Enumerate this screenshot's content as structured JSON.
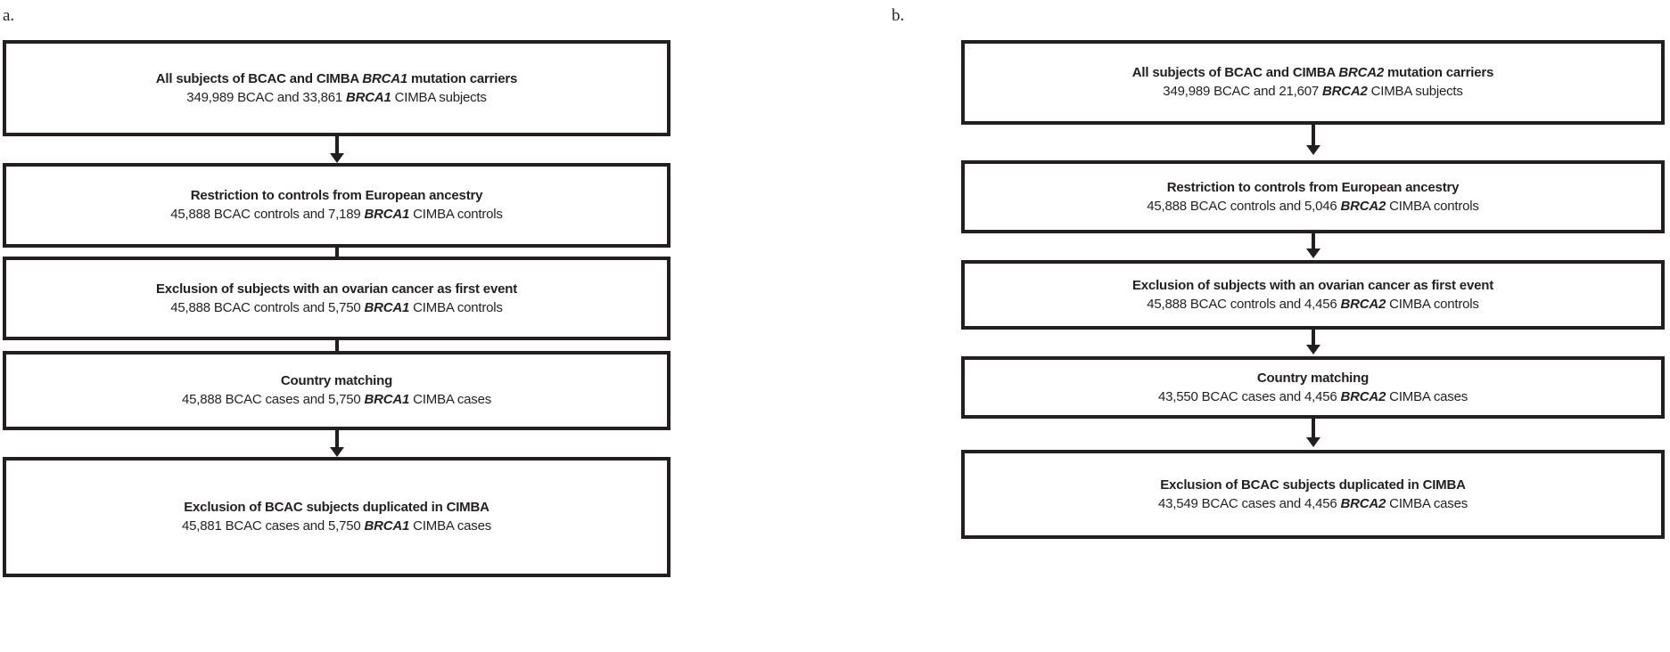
{
  "figure": {
    "type": "flowchart",
    "colors": {
      "border": "#231f20",
      "text": "#231f20",
      "background": "#ffffff"
    }
  },
  "panels": [
    {
      "label": "a.",
      "gene": "BRCA1",
      "nodes": [
        {
          "title_pre": "All subjects of BCAC and CIMBA ",
          "title_gene": "BRCA1",
          "title_post": " mutation carriers",
          "sub_pre": "349,989  BCAC and 33,861  ",
          "sub_gene": "BRCA1",
          "sub_post": " CIMBA subjects"
        },
        {
          "title_pre": "Restriction to controls from European ancestry",
          "title_gene": "",
          "title_post": "",
          "sub_pre": "45,888  BCAC controls and 7,189 ",
          "sub_gene": "BRCA1",
          "sub_post": " CIMBA controls"
        },
        {
          "title_pre": "Exclusion of subjects with an ovarian cancer as first event",
          "title_gene": "",
          "title_post": "",
          "sub_pre": "45,888  BCAC controls and 5,750 ",
          "sub_gene": "BRCA1",
          "sub_post": " CIMBA controls"
        },
        {
          "title_pre": "Country matching",
          "title_gene": "",
          "title_post": "",
          "sub_pre": "45,888  BCAC cases and 5,750 ",
          "sub_gene": "BRCA1",
          "sub_post": " CIMBA cases"
        },
        {
          "title_pre": "Exclusion of BCAC subjects duplicated in CIMBA",
          "title_gene": "",
          "title_post": "",
          "sub_pre": "45,881  BCAC cases and 5,750 ",
          "sub_gene": "BRCA1",
          "sub_post": " CIMBA cases"
        }
      ]
    },
    {
      "label": "b.",
      "gene": "BRCA2",
      "nodes": [
        {
          "title_pre": "All subjects of BCAC and CIMBA ",
          "title_gene": "BRCA2",
          "title_post": " mutation carriers",
          "sub_pre": "349,989  BCAC and 21,607  ",
          "sub_gene": "BRCA2",
          "sub_post": " CIMBA subjects"
        },
        {
          "title_pre": "Restriction to controls from European ancestry",
          "title_gene": "",
          "title_post": "",
          "sub_pre": "45,888  BCAC controls and 5,046 ",
          "sub_gene": "BRCA2",
          "sub_post": " CIMBA controls"
        },
        {
          "title_pre": "Exclusion of subjects with an ovarian cancer as first event",
          "title_gene": "",
          "title_post": "",
          "sub_pre": "45,888  BCAC controls and 4,456 ",
          "sub_gene": "BRCA2",
          "sub_post": " CIMBA controls"
        },
        {
          "title_pre": "Country matching",
          "title_gene": "",
          "title_post": "",
          "sub_pre": "43,550  BCAC cases and 4,456 ",
          "sub_gene": "BRCA2",
          "sub_post": " CIMBA cases"
        },
        {
          "title_pre": "Exclusion of BCAC subjects duplicated in CIMBA",
          "title_gene": "",
          "title_post": "",
          "sub_pre": "43,549  BCAC cases and 4,456 ",
          "sub_gene": "BRCA2",
          "sub_post": " CIMBA cases"
        }
      ]
    }
  ]
}
